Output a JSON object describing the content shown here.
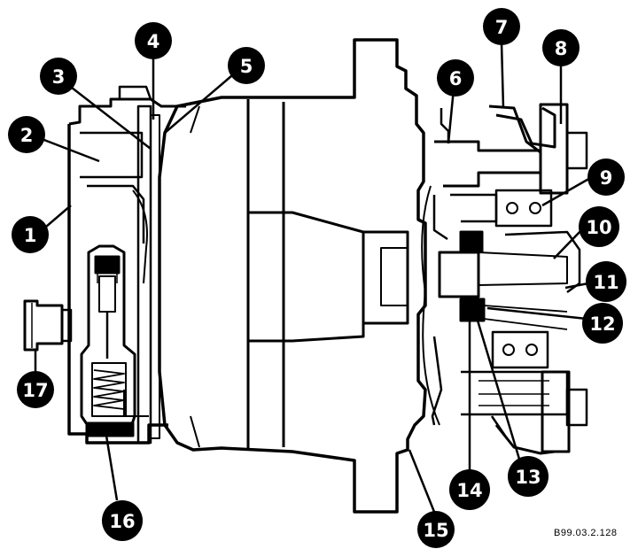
{
  "figure": {
    "reference_code": "B99.03.2.128",
    "callouts": [
      {
        "id": "1",
        "label": "1"
      },
      {
        "id": "2",
        "label": "2"
      },
      {
        "id": "3",
        "label": "3"
      },
      {
        "id": "4",
        "label": "4"
      },
      {
        "id": "5",
        "label": "5"
      },
      {
        "id": "6",
        "label": "6"
      },
      {
        "id": "7",
        "label": "7"
      },
      {
        "id": "8",
        "label": "8"
      },
      {
        "id": "9",
        "label": "9"
      },
      {
        "id": "10",
        "label": "10"
      },
      {
        "id": "11",
        "label": "11"
      },
      {
        "id": "12",
        "label": "12"
      },
      {
        "id": "13",
        "label": "13"
      },
      {
        "id": "14",
        "label": "14"
      },
      {
        "id": "15",
        "label": "15"
      },
      {
        "id": "16",
        "label": "16"
      },
      {
        "id": "17",
        "label": "17"
      }
    ],
    "colors": {
      "ink": "#000000",
      "paper": "#ffffff",
      "label_fill": "#000000",
      "label_text": "#ffffff"
    }
  }
}
